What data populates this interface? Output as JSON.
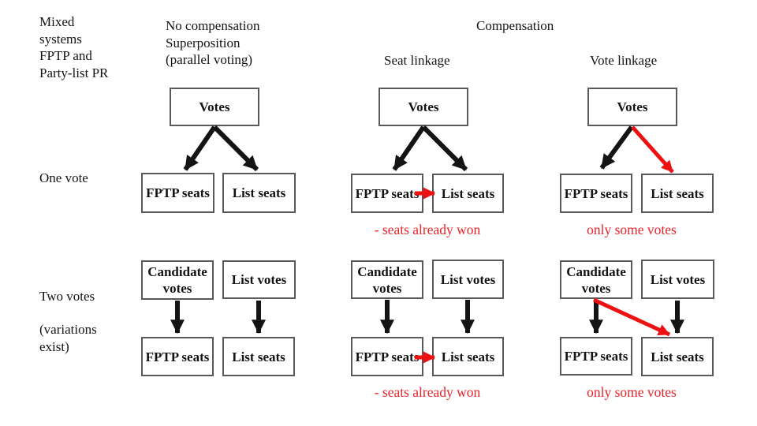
{
  "left_header": {
    "lines": [
      "Mixed",
      "systems",
      "FPTP and",
      "Party-list PR"
    ]
  },
  "column_headers": {
    "no_compensation_line1": "No compensation",
    "no_compensation_line2": "Superposition",
    "no_compensation_line3": "(parallel voting)",
    "compensation": "Compensation",
    "seat_linkage": "Seat linkage",
    "vote_linkage": "Vote linkage"
  },
  "row_labels": {
    "one_vote": "One vote",
    "two_votes": "Two votes",
    "variations_line1": "(variations",
    "variations_line2": "exist)"
  },
  "box_labels": {
    "votes": "Votes",
    "fptp_seats": "FPTP seats",
    "list_seats": "List seats",
    "candidate_votes": "Candidate votes",
    "list_votes": "List votes"
  },
  "annotations": {
    "seat_linkage_note": "- seats already won",
    "vote_linkage_note": "only some votes"
  },
  "colors": {
    "arrow_black": "#141414",
    "arrow_red": "#ee1111",
    "annotation_red": "#e8242a",
    "box_border": "#595959",
    "text_black": "#141414",
    "background": "#ffffff"
  }
}
